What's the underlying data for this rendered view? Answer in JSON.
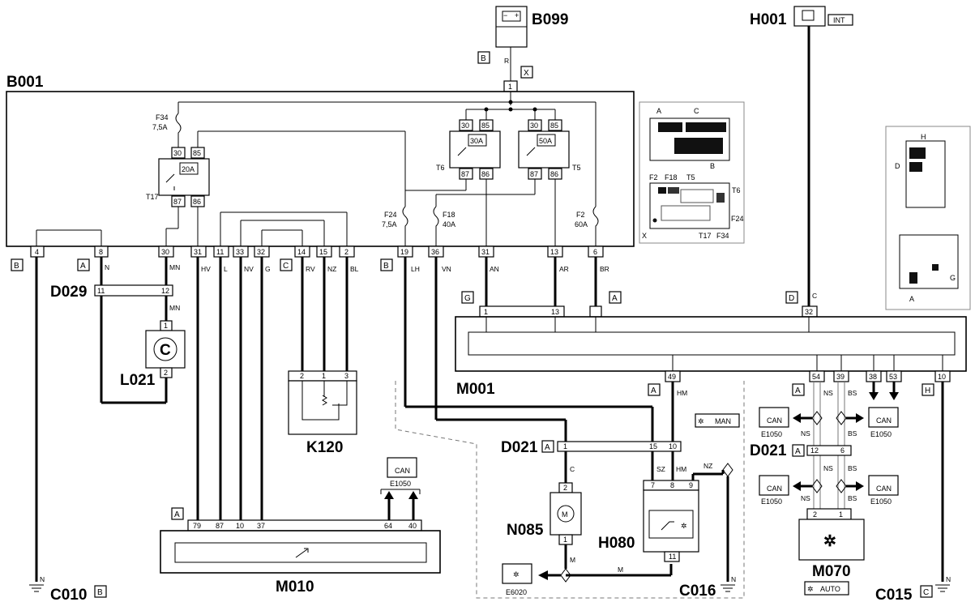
{
  "components": {
    "B001": "B001",
    "B099": "B099",
    "H001": "H001",
    "D029": "D029",
    "L021": "L021",
    "K120": "K120",
    "M010": "M010",
    "M001": "M001",
    "D021a": "D021",
    "D021b": "D021",
    "N085": "N085",
    "H080": "H080",
    "M070": "M070",
    "C010": "C010",
    "C016": "C016",
    "C015": "C015"
  },
  "connectors": {
    "B_top": "B",
    "X_top": "X",
    "B_left": "B",
    "A_d029": "A",
    "C_k": "C",
    "B_mid": "B",
    "G": "G",
    "A_m001": "A",
    "D": "D",
    "A_m001b": "A",
    "A_d021": "A",
    "A_d021b": "A",
    "H": "H",
    "A_m010": "A",
    "B_c010": "B",
    "C_c015": "C"
  },
  "fuses": {
    "f34": "F34",
    "f34_val": "7,5A",
    "f24": "F24",
    "f24_val": "7,5A",
    "f18": "F18",
    "f18_val": "40A",
    "f2": "F2",
    "f2_val": "60A"
  },
  "relays": {
    "t17": "T17",
    "t6": "T6",
    "t5": "T5",
    "t17_rating": "20A",
    "t6_rating": "30A",
    "t5_rating": "50A"
  },
  "pins": {
    "b099_1": "1",
    "t17": [
      "30",
      "85",
      "87",
      "86"
    ],
    "t6": [
      "30",
      "85",
      "87",
      "86"
    ],
    "t5": [
      "30",
      "85",
      "87",
      "86"
    ],
    "b001_bottom": [
      "4",
      "8",
      "30",
      "31",
      "11",
      "33",
      "32",
      "14",
      "15",
      "2",
      "19",
      "36",
      "31",
      "13",
      "6"
    ],
    "d029": [
      "11",
      "12"
    ],
    "l021": [
      "1",
      "2"
    ],
    "k120": [
      "2",
      "1",
      "3"
    ],
    "m010": [
      "79",
      "87",
      "10",
      "37",
      "64",
      "40"
    ],
    "m001_top": [
      "1",
      "13",
      "32"
    ],
    "m001_bottom": [
      "49",
      "54",
      "39",
      "38",
      "53",
      "10"
    ],
    "d021a": [
      "1",
      "15",
      "10"
    ],
    "n085": [
      "2",
      "1"
    ],
    "h080_top": [
      "7",
      "8",
      "9"
    ],
    "h080_bottom": "11",
    "d021b": [
      "12",
      "6"
    ],
    "m070": [
      "2",
      "1"
    ]
  },
  "wires": {
    "r": "R",
    "c": "C",
    "n": "N",
    "mn1": "MN",
    "mn2": "MN",
    "hv": "HV",
    "l": "L",
    "nv": "NV",
    "g": "G",
    "rv": "RV",
    "nz": "NZ",
    "bl": "BL",
    "lh": "LH",
    "vn": "VN",
    "an": "AN",
    "ar": "AR",
    "br": "BR",
    "hm1": "HM",
    "c2": "C",
    "sz": "SZ",
    "hm2": "HM",
    "nz2": "NZ",
    "ns1": "NS",
    "bs1": "BS",
    "ns2": "NS",
    "bs2": "BS",
    "ns3": "NS",
    "bs3": "BS",
    "ns4": "NS",
    "bs4": "BS",
    "m1": "M",
    "m2": "M",
    "n_c010": "N",
    "n_c016": "N",
    "n_c015": "N"
  },
  "badges": {
    "int": "INT",
    "man": "MAN",
    "auto": "AUTO",
    "can": "CAN"
  },
  "refs": {
    "e1050_a": "E1050",
    "e1050_b": "E1050",
    "e1050_c": "E1050",
    "e1050_d": "E1050",
    "e1050_e": "E1050",
    "e6020": "E6020"
  },
  "inset1": {
    "a": "A",
    "c": "C",
    "b": "B",
    "f2": "F2",
    "f18": "F18",
    "t5": "T5",
    "t6": "T6",
    "f24": "F24",
    "x": "X",
    "t17": "T17",
    "f34": "F34"
  },
  "inset2": {
    "h": "H",
    "d": "D",
    "g": "G",
    "a": "A"
  },
  "symbols": {
    "l021": "C"
  }
}
